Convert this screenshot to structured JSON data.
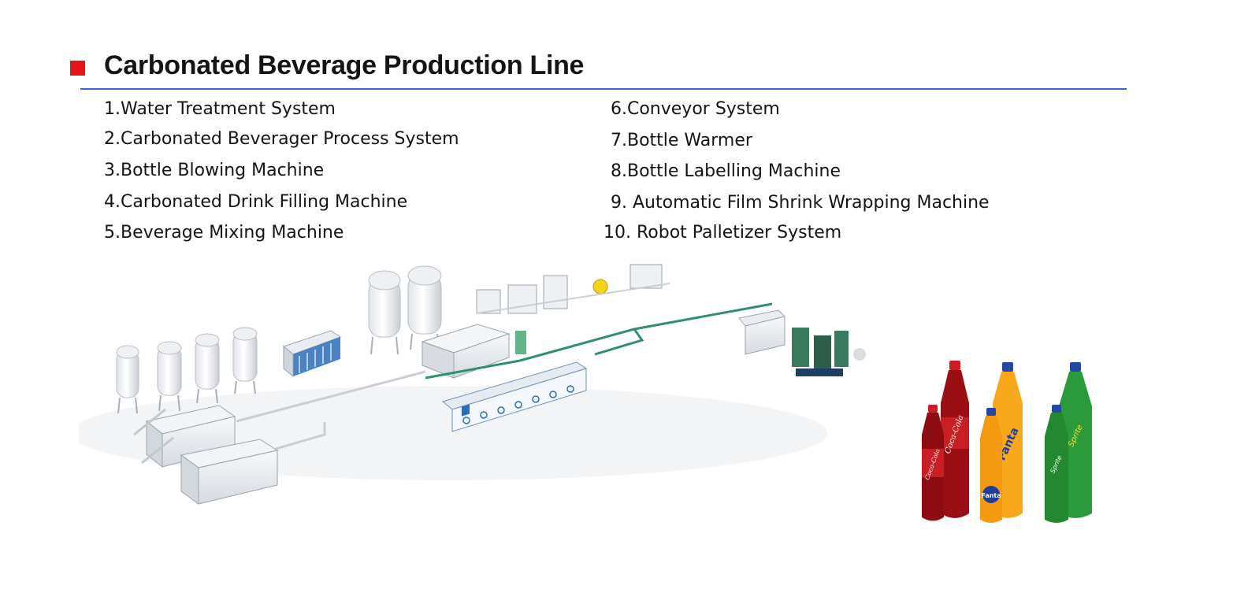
{
  "header": {
    "title": "Carbonated Beverage Production Line"
  },
  "equipment_list": {
    "left": [
      "1.Water Treatment System",
      "2.Carbonated Beverager Process System",
      "3.Bottle Blowing Machine",
      "4.Carbonated Drink Filling Machine",
      "5.Beverage Mixing Machine"
    ],
    "right": [
      "6.Conveyor System",
      "7.Bottle Warmer",
      "8.Bottle Labelling Machine",
      "9. Automatic Film Shrink Wrapping Machine",
      "10. Robot Palletizer System"
    ]
  },
  "illustration": {
    "bottle_labels": [
      "Coca-Cola",
      "Coca-Cola",
      "Fanta",
      "Fanta",
      "Sprite",
      "Sprite"
    ]
  },
  "colors": {
    "title_marker": "#e8141c",
    "title_rule": "#3f63d9",
    "machine_body": "#eef1f4",
    "machine_accent": "#2a6db8",
    "conveyor": "#2f8f6f",
    "cola": "#b8151b",
    "fanta": "#f39a10",
    "sprite": "#2b9a3a"
  }
}
